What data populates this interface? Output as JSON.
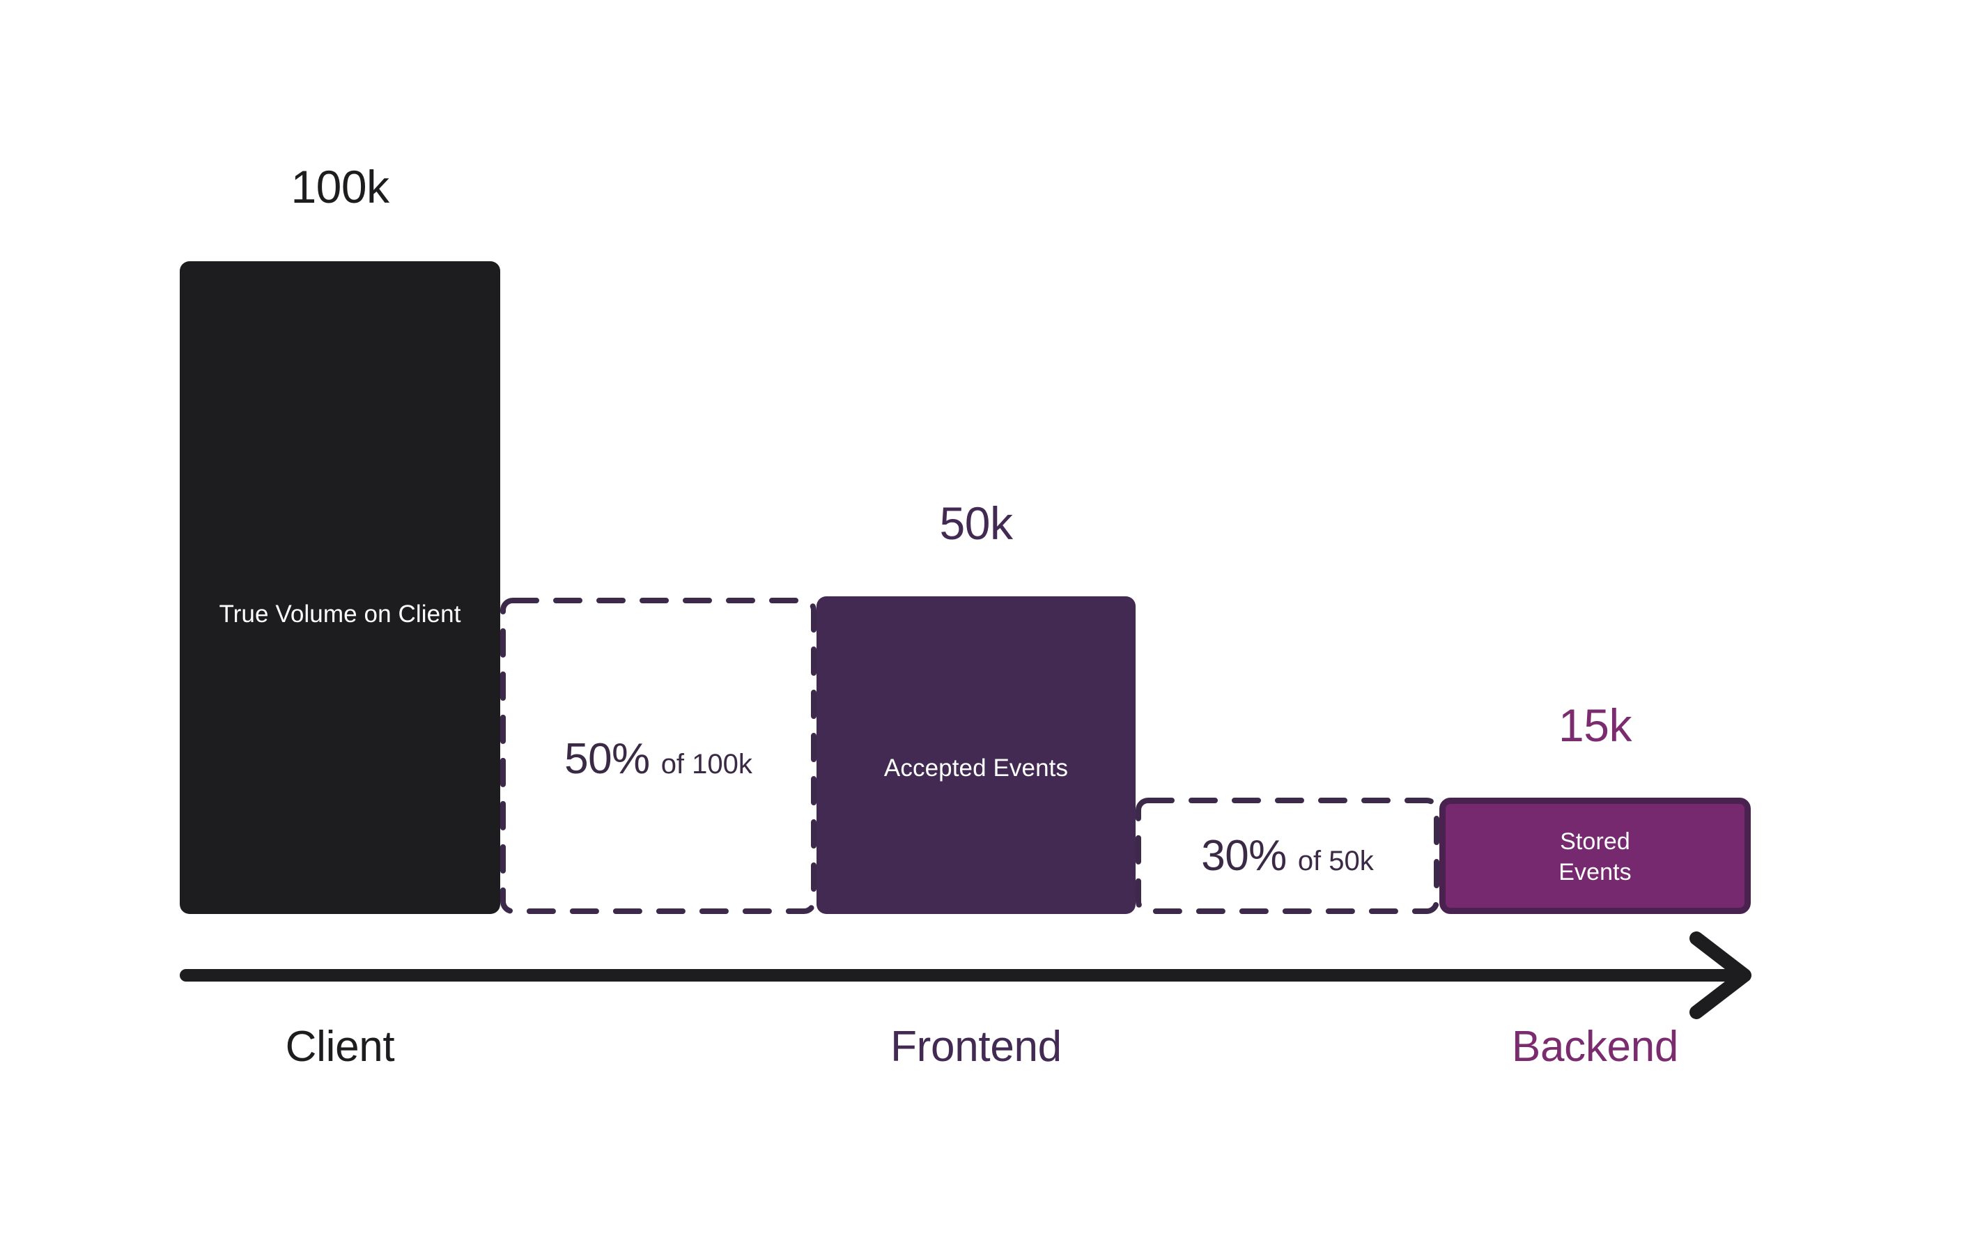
{
  "chart_data": {
    "type": "bar",
    "title": "",
    "subtitle": "",
    "xlabel": "",
    "ylabel": "",
    "grid": false,
    "legend": "none",
    "categories": [
      "Client",
      "Frontend",
      "Backend"
    ],
    "series": [
      {
        "name": "Events",
        "values": [
          100000,
          50000,
          15000
        ],
        "value_labels": [
          "100k",
          "50k",
          "15k"
        ],
        "bar_labels": [
          "True Volume on Client",
          "Accepted Events",
          "Stored Events"
        ],
        "colors": [
          "#1d1d1f",
          "#422a52",
          "#76296e"
        ]
      }
    ],
    "dropoffs": [
      {
        "from": "Client",
        "to": "Frontend",
        "percent_text": "50%",
        "of_text": "of 100k",
        "percent": 50,
        "base": 100000
      },
      {
        "from": "Frontend",
        "to": "Backend",
        "percent_text": "30%",
        "of_text": "of 50k",
        "percent": 30,
        "base": 50000
      }
    ],
    "axis": {
      "direction": "right-arrow",
      "color": "#1d1d1f",
      "tick_labels": [
        "Client",
        "Frontend",
        "Backend"
      ]
    }
  },
  "bars": {
    "client": {
      "value_label": "100k",
      "inner_label": "True Volume on Client",
      "axis_label": "Client"
    },
    "frontend": {
      "value_label": "50k",
      "inner_label": "Accepted Events",
      "axis_label": "Frontend"
    },
    "backend": {
      "value_label": "15k",
      "inner_label": "Stored Events",
      "axis_label": "Backend"
    }
  },
  "dropoffs": {
    "first": {
      "percent": "50%",
      "of": "of 100k"
    },
    "second": {
      "percent": "30%",
      "of": "of 50k"
    }
  },
  "colors": {
    "black": "#1d1d1f",
    "dark_purple": "#422a52",
    "bright_purple": "#76296e",
    "dashed_border": "#3d2a4a",
    "backend_border": "#4a2250",
    "background": "#ffffff",
    "text_on_dark": "#ffffff"
  }
}
